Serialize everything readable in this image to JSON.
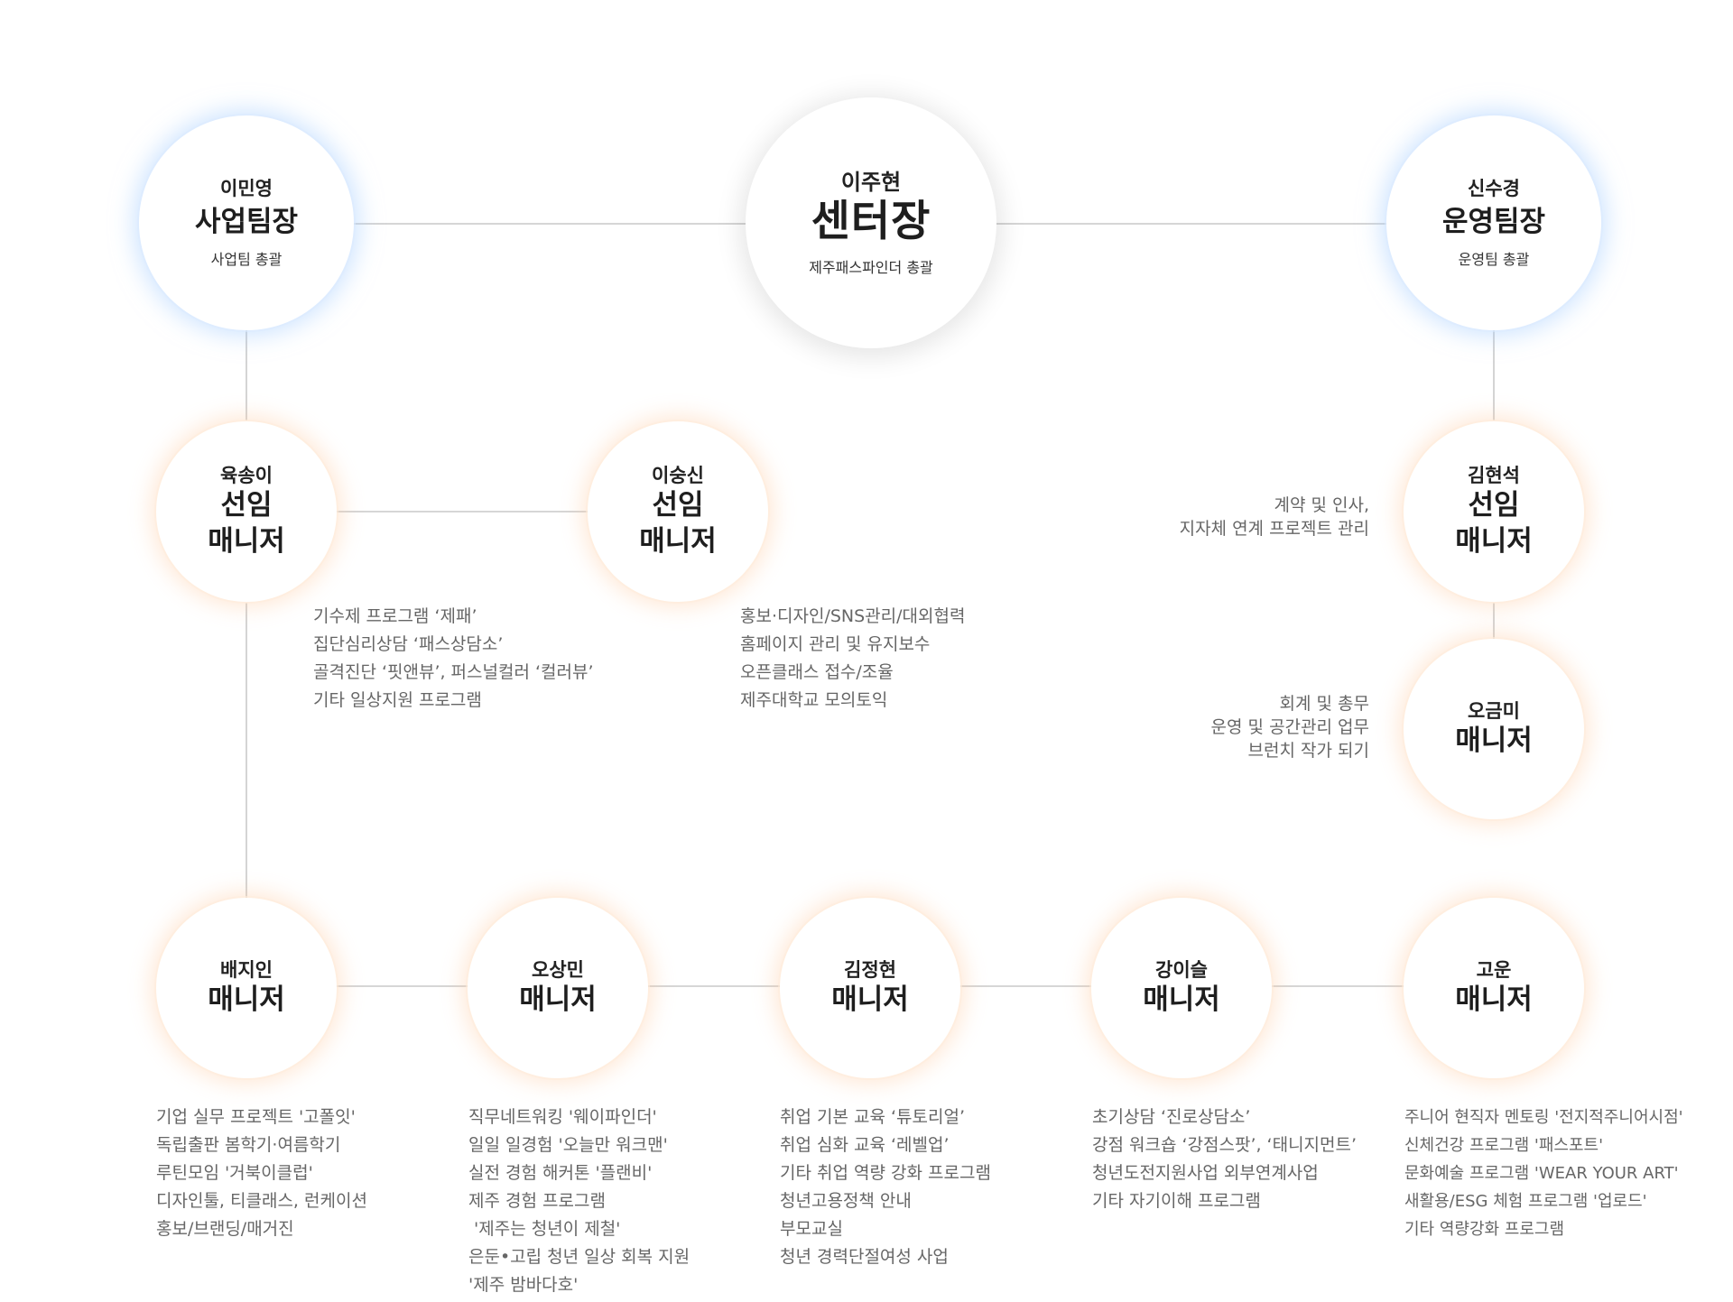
{
  "nodes": {
    "director": {
      "name": "이주현",
      "title": "센터장",
      "desc": "제주패스파인더 총괄"
    },
    "biz_lead": {
      "name": "이민영",
      "title": "사업팀장",
      "desc": "사업팀 총괄"
    },
    "ops_lead": {
      "name": "신수경",
      "title": "운영팀장",
      "desc": "운영팀 총괄"
    },
    "yuk": {
      "name": "육송이",
      "title_1": "선임",
      "title_2": "매니저"
    },
    "lee_sungsin": {
      "name": "이숭신",
      "title_1": "선임",
      "title_2": "매니저"
    },
    "kim_hyunseok": {
      "name": "김현석",
      "title_1": "선임",
      "title_2": "매니저"
    },
    "oh_geummi": {
      "name": "오금미",
      "title": "매니저"
    },
    "bae": {
      "name": "배지인",
      "title": "매니저"
    },
    "oh_sangmin": {
      "name": "오상민",
      "title": "매니저"
    },
    "kim_junghyun": {
      "name": "김정현",
      "title": "매니저"
    },
    "kang": {
      "name": "강이슬",
      "title": "매니저"
    },
    "go": {
      "name": "고운",
      "title": "매니저"
    }
  },
  "duties": {
    "yuk": [
      "기수제 프로그램 ‘제패’",
      "집단심리상담 ‘패스상담소’",
      "골격진단 ‘핏앤뷰’, 퍼스널컬러 ‘컬러뷰’",
      "기타 일상지원 프로그램"
    ],
    "lee_sungsin": [
      "홍보·디자인/SNS관리/대외협력",
      "홈페이지 관리 및 유지보수",
      "오픈클래스 접수/조율",
      "제주대학교 모의토익"
    ],
    "kim_hyunseok": [
      "계약 및 인사,",
      "지자체 연계 프로젝트 관리"
    ],
    "oh_geummi": [
      "회계 및 총무",
      "운영 및 공간관리 업무",
      "브런치 작가 되기"
    ],
    "bae": [
      "기업 실무 프로젝트 '고폴잇'",
      "독립출판 봄학기·여름학기",
      "루틴모임 '거북이클럽'",
      "디자인툴, 티클래스, 런케이션",
      "홍보/브랜딩/매거진"
    ],
    "oh_sangmin": [
      "직무네트워킹 '웨이파인더'",
      "일일 일경험 '오늘만 워크맨'",
      "실전 경험 해커톤 '플랜비'",
      "제주 경험 프로그램",
      " '제주는 청년이 제철'",
      "은둔•고립 청년 일상 회복 지원",
      "'제주 밤바다호'"
    ],
    "kim_junghyun": [
      "취업 기본 교육 ‘튜토리얼’",
      "취업 심화 교육 ‘레벨업’",
      "기타 취업 역량 강화 프로그램",
      "청년고용정책 안내",
      "부모교실",
      "청년 경력단절여성 사업"
    ],
    "kang": [
      "초기상담 ‘진로상담소’",
      "강점 워크숍 ‘강점스팟’, ‘태니지먼트’",
      "청년도전지원사업 외부연계사업",
      "기타 자기이해 프로그램"
    ],
    "go": [
      "주니어 현직자 멘토링 '전지적주니어시점'",
      "신체건강 프로그램 '패스포트'",
      "문화예술 프로그램 'WEAR YOUR ART'",
      "새활용/ESG 체험 프로그램 '업로드'",
      "기타 역량강화 프로그램"
    ]
  },
  "colors": {
    "line": "#bdbdbd",
    "lead_glow": "#a5cdff",
    "manager_glow": "#ffcda5",
    "duty_text": "#666666"
  }
}
